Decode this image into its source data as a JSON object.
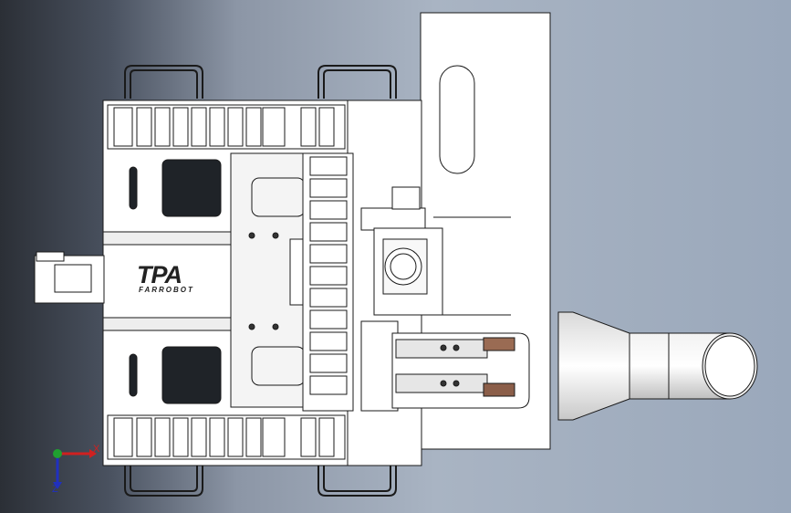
{
  "viewport": {
    "logo_text": "TPA",
    "logo_subtext": "FARROBOT",
    "triad": {
      "x_label": "X",
      "z_label": "Z"
    },
    "colors": {
      "background_dark": "#2b2f36",
      "background_light": "#a9b4c3",
      "part_fill": "#ffffff",
      "line": "#1a1a1a",
      "triad_x": "#d02020",
      "triad_y": "#20a030",
      "triad_z": "#2030c0"
    }
  }
}
